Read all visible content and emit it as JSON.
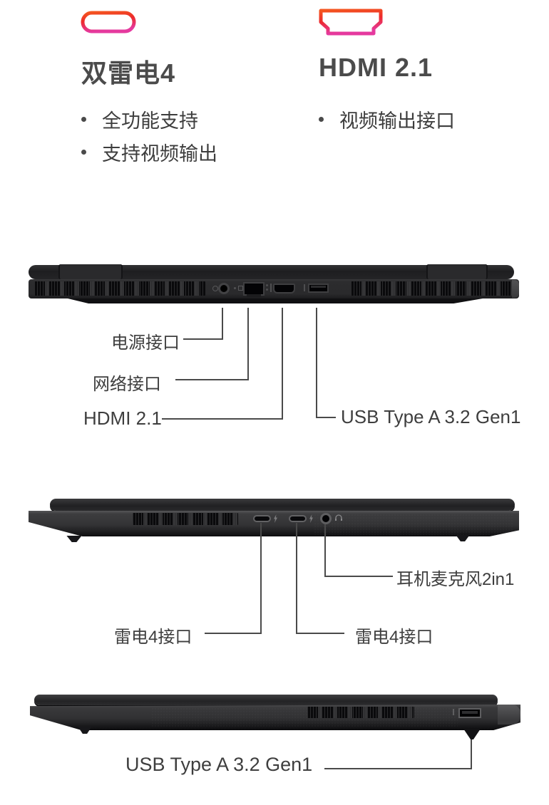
{
  "features": [
    {
      "icon": "usb-c-port-icon",
      "title": "双雷电4",
      "bullets": [
        "全功能支持",
        "支持视频输出"
      ]
    },
    {
      "icon": "hdmi-port-icon",
      "title": "HDMI 2.1",
      "bullets": [
        "视频输出接口"
      ]
    }
  ],
  "rear_view": {
    "power_label": "电源接口",
    "network_label": "网络接口",
    "hdmi_label": "HDMI 2.1",
    "usb_label": "USB Type A 3.2 Gen1"
  },
  "left_side_view": {
    "headphone_label": "耳机麦克风2in1",
    "thunderbolt1_label": "雷电4接口",
    "thunderbolt2_label": "雷电4接口"
  },
  "right_side_view": {
    "usb_label": "USB Type A 3.2 Gen1"
  },
  "colors": {
    "accent_gradient_top": "#f4551f",
    "accent_gradient_mid": "#ed2b2b",
    "accent_gradient_bottom": "#e5399e",
    "text_title": "#4b4b4b",
    "text_body": "#3d3d3d",
    "callout_line": "#4a4a4a",
    "laptop_dark": "#242426",
    "laptop_mid": "#39393b",
    "background": "#ffffff"
  }
}
